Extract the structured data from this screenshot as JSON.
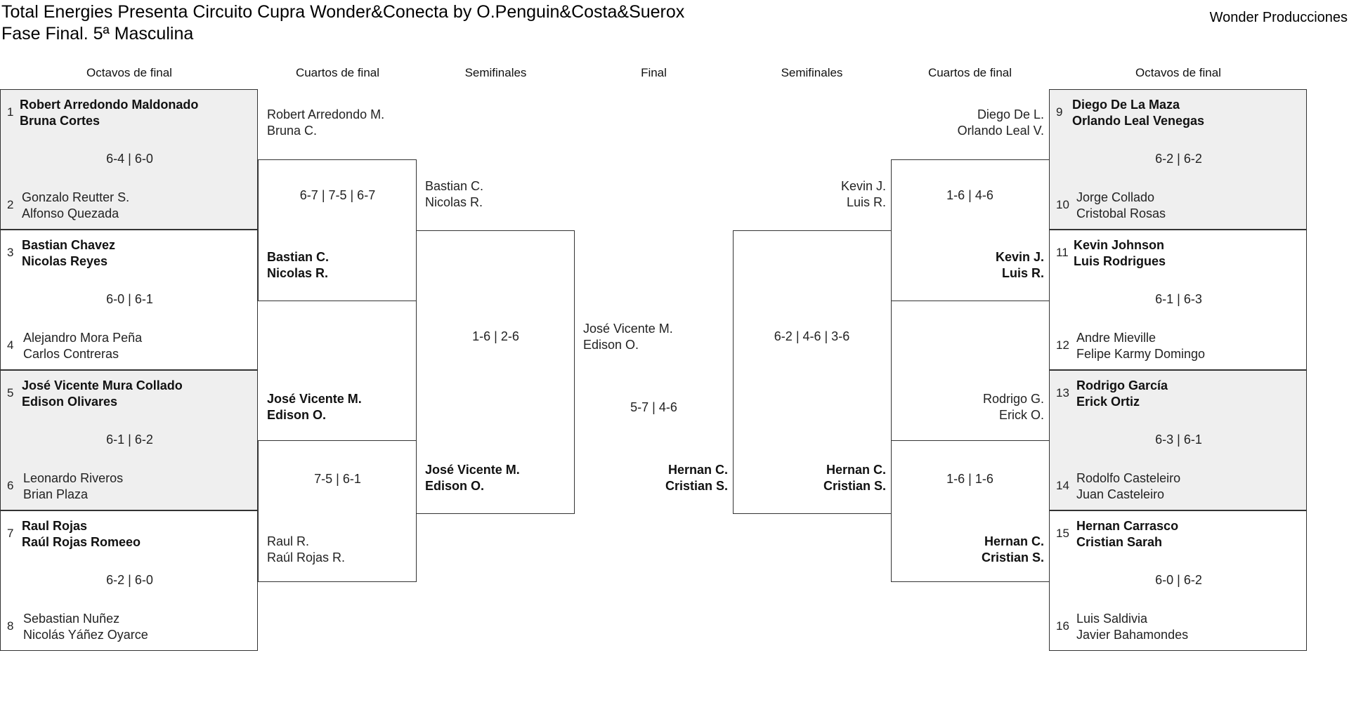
{
  "header": {
    "title_line1": "Total Energies Presenta Circuito Cupra Wonder&Conecta by O.Penguin&Costa&Suerox",
    "title_line2": "Fase Final. 5ª Masculina",
    "organizer": "Wonder Producciones"
  },
  "columns": {
    "octavos": "Octavos de final",
    "cuartos": "Cuartos de final",
    "semis": "Semifinales",
    "final": "Final"
  },
  "left": {
    "r16": [
      {
        "a_num": "1",
        "a1": "Robert Arredondo Maldonado",
        "a2": "Bruna Cortes",
        "score": "6-4 | 6-0",
        "b_num": "2",
        "b1": "Gonzalo Reutter S.",
        "b2": "Alfonso Quezada"
      },
      {
        "a_num": "3",
        "a1": "Bastian Chavez",
        "a2": "Nicolas Reyes",
        "score": "6-0 | 6-1",
        "b_num": "4",
        "b1": "Alejandro Mora Peña",
        "b2": "Carlos Contreras"
      },
      {
        "a_num": "5",
        "a1": "José Vicente Mura Collado",
        "a2": "Edison Olivares",
        "score": "6-1 | 6-2",
        "b_num": "6",
        "b1": "Leonardo Riveros",
        "b2": "Brian Plaza"
      },
      {
        "a_num": "7",
        "a1": "Raul Rojas",
        "a2": "Raúl Rojas Romeeo",
        "score": "6-2 | 6-0",
        "b_num": "8",
        "b1": "Sebastian Nuñez",
        "b2": "Nicolás Yáñez Oyarce"
      }
    ],
    "qf": [
      {
        "t1": "Robert Arredondo M.",
        "t2": "Bruna C.",
        "score": "6-7 | 7-5 | 6-7",
        "w1": "Bastian C.",
        "w2": "Nicolas R."
      },
      {
        "t1": "José Vicente M.",
        "t2": "Edison O.",
        "score": "7-5 | 6-1",
        "w1": "Raul R.",
        "w2": "Raúl Rojas R."
      }
    ],
    "sf": {
      "t1": "Bastian C.",
      "t2": "Nicolas R.",
      "score": "1-6 | 2-6",
      "w1": "José Vicente M.",
      "w2": "Edison O."
    }
  },
  "final": {
    "t1": "José Vicente M.",
    "t2": "Edison O.",
    "score": "5-7 | 4-6",
    "w1": "Hernan C.",
    "w2": "Cristian S."
  },
  "right": {
    "r16": [
      {
        "a_num": "9",
        "a1": "Diego De La Maza",
        "a2": "Orlando Leal Venegas",
        "score": "6-2 | 6-2",
        "b_num": "10",
        "b1": "Jorge Collado",
        "b2": "Cristobal Rosas"
      },
      {
        "a_num": "11",
        "a1": "Kevin Johnson",
        "a2": "Luis Rodrigues",
        "score": "6-1 | 6-3",
        "b_num": "12",
        "b1": "Andre Mieville",
        "b2": "Felipe Karmy Domingo"
      },
      {
        "a_num": "13",
        "a1": "Rodrigo García",
        "a2": "Erick Ortiz",
        "score": "6-3 | 6-1",
        "b_num": "14",
        "b1": "Rodolfo Casteleiro",
        "b2": "Juan Casteleiro"
      },
      {
        "a_num": "15",
        "a1": "Hernan Carrasco",
        "a2": "Cristian Sarah",
        "score": "6-0 | 6-2",
        "b_num": "16",
        "b1": "Luis Saldivia",
        "b2": "Javier Bahamondes"
      }
    ],
    "qf": [
      {
        "t1": "Diego De L.",
        "t2": "Orlando Leal V.",
        "score": "1-6 | 4-6",
        "w1": "Kevin J.",
        "w2": "Luis R."
      },
      {
        "t1": "Rodrigo G.",
        "t2": "Erick O.",
        "score": "1-6 | 1-6",
        "w1": "Hernan C.",
        "w2": "Cristian S."
      }
    ],
    "sf": {
      "t1": "Kevin J.",
      "t2": "Luis R.",
      "score": "6-2 | 4-6 | 3-6",
      "w1": "Hernan C.",
      "w2": "Cristian S."
    }
  }
}
